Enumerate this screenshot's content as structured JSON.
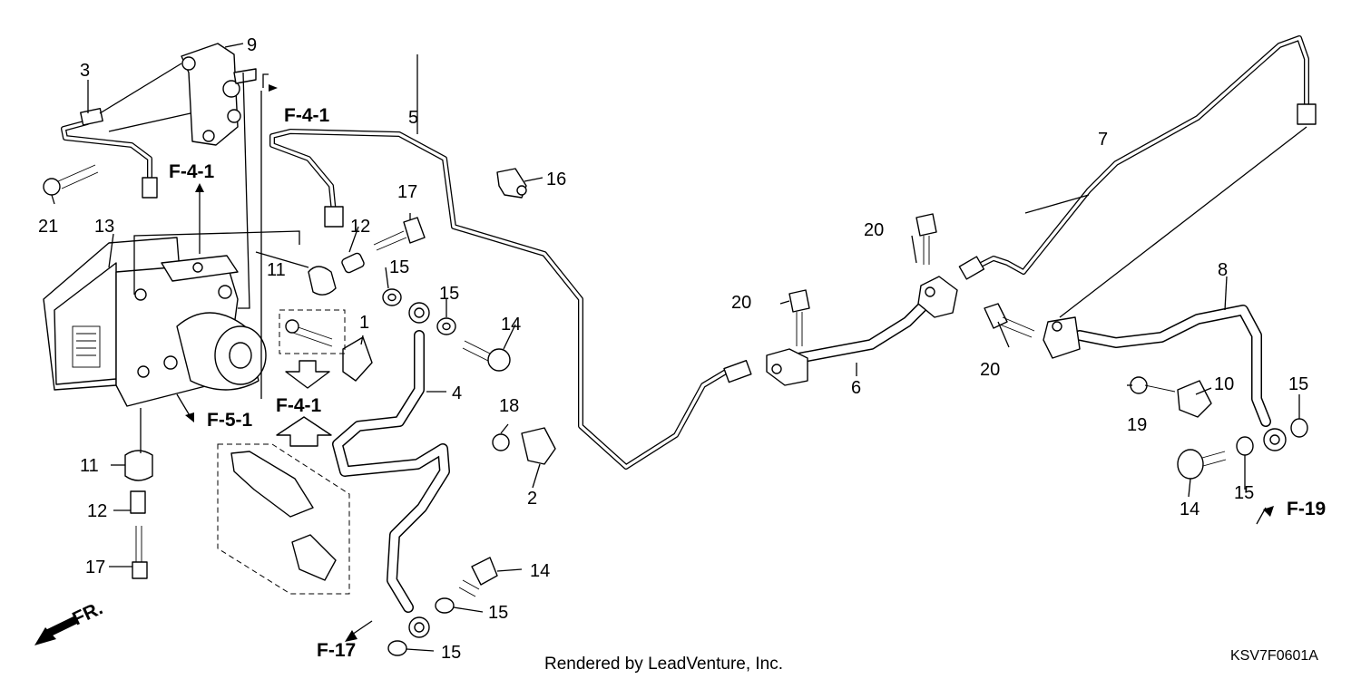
{
  "callouts": {
    "c1": "1",
    "c2": "2",
    "c3": "3",
    "c4": "4",
    "c5": "5",
    "c6": "6",
    "c7": "7",
    "c8": "8",
    "c9": "9",
    "c10": "10",
    "c11a": "11",
    "c11b": "11",
    "c12a": "12",
    "c12b": "12",
    "c13": "13",
    "c14a": "14",
    "c14b": "14",
    "c14c": "14",
    "c15a": "15",
    "c15b": "15",
    "c15c": "15",
    "c15d": "15",
    "c15e": "15",
    "c15f": "15",
    "c16": "16",
    "c17a": "17",
    "c17b": "17",
    "c18": "18",
    "c19": "19",
    "c20a": "20",
    "c20b": "20",
    "c20c": "20",
    "c21": "21"
  },
  "refs": {
    "f41a": "F-4-1",
    "f41b": "F-4-1",
    "f41c": "F-4-1",
    "f51": "F-5-1",
    "f17": "F-17",
    "f19": "F-19",
    "fr": "FR."
  },
  "footer": {
    "credit": "Rendered by LeadVenture, Inc.",
    "diagram_code": "KSV7F0601A"
  }
}
